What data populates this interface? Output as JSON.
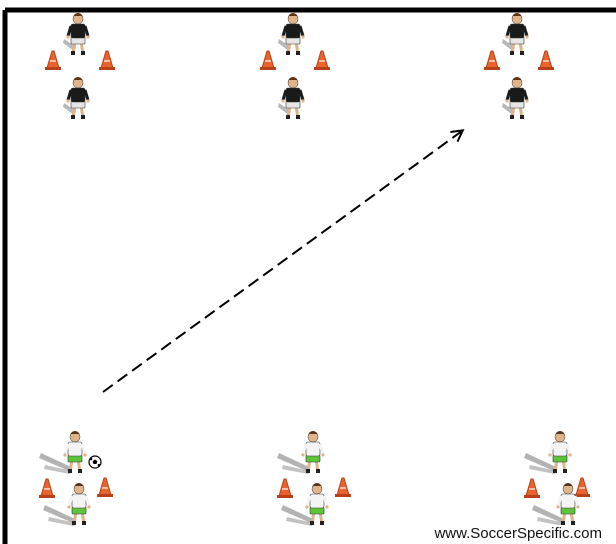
{
  "diagram": {
    "type": "soccer-drill",
    "colors": {
      "field_line": "#000000",
      "cone": "#e8642c",
      "cone_dark": "#b8401a",
      "team_dark_shirt": "#1a1a1a",
      "team_dark_shorts": "#e6e6e6",
      "team_light_shirt": "#f4f4f4",
      "team_light_shorts": "#5ec43a",
      "skin": "#e0b48a",
      "hair": "#5a3418",
      "shadow": "#9a9a9a",
      "arrow": "#000000"
    },
    "groups": {
      "top": [
        {
          "team": "dark",
          "players": 2,
          "cones": 2
        },
        {
          "team": "dark",
          "players": 2,
          "cones": 2
        },
        {
          "team": "dark",
          "players": 2,
          "cones": 2
        }
      ],
      "bottom": [
        {
          "team": "light",
          "players": 2,
          "cones": 2,
          "ball": true
        },
        {
          "team": "light",
          "players": 2,
          "cones": 2,
          "ball": false
        },
        {
          "team": "light",
          "players": 2,
          "cones": 2,
          "ball": false
        }
      ]
    },
    "arrow": {
      "style": "dashed",
      "from": "bottom-left group",
      "to": "top-right group"
    },
    "watermark": "www.SoccerSpecific.com"
  }
}
